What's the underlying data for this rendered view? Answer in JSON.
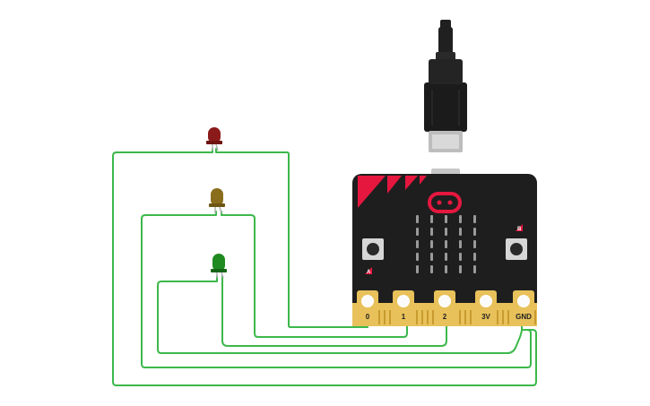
{
  "board": {
    "pins": [
      {
        "label": "0"
      },
      {
        "label": "1"
      },
      {
        "label": "2"
      },
      {
        "label": "3V"
      },
      {
        "label": "GND"
      }
    ],
    "button_a_label": "A",
    "button_b_label": "B"
  },
  "leds": [
    {
      "color_name": "red",
      "color": "#8b1a1a"
    },
    {
      "color_name": "yellow",
      "color": "#8a6d1c"
    },
    {
      "color_name": "green",
      "color": "#1f8a1f"
    }
  ],
  "colors": {
    "wire": "#3cb84a",
    "board": "#1e1e1e",
    "accent": "#e5173f",
    "gold": "#e8c15a",
    "cable": "#202020"
  }
}
